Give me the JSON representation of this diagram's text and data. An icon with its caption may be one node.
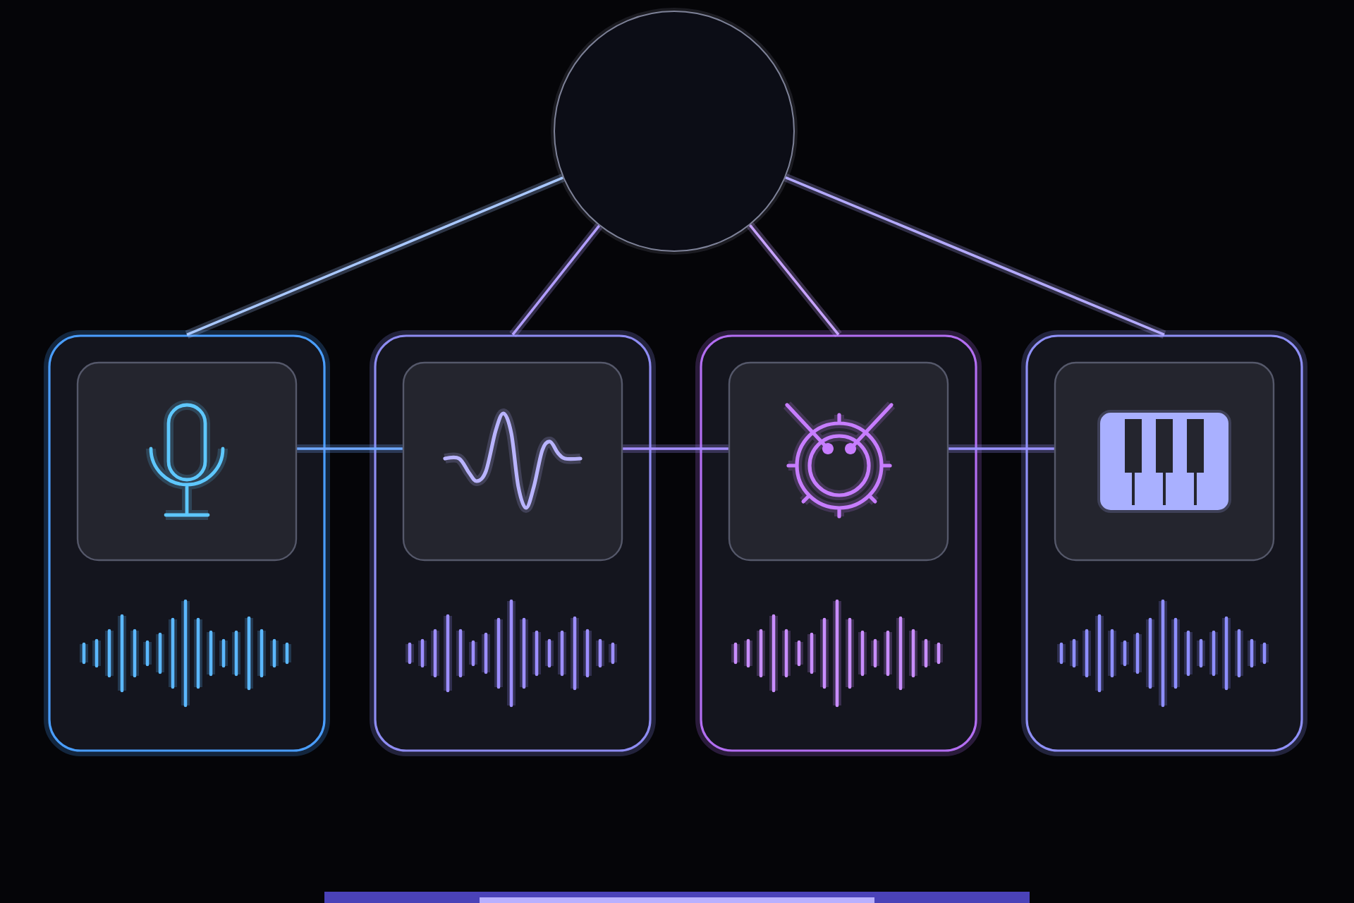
{
  "diagram": {
    "nodes": [
      {
        "text": [],
        "shape": "circle"
      },
      {
        "text": [],
        "shape": "box"
      },
      {
        "text": [],
        "shape": "picture",
        "in": 1
      },
      {
        "text": [],
        "shape": "box"
      },
      {
        "text": [],
        "shape": "picture",
        "in": 3
      },
      {
        "text": [],
        "shape": "box"
      },
      {
        "text": [],
        "shape": "picture",
        "in": 5
      },
      {
        "text": [],
        "shape": "box"
      },
      {
        "text": [],
        "shape": "picture",
        "in": 7
      }
    ],
    "edges": [
      {
        "from": 0,
        "to": 1,
        "arrow": "none"
      },
      {
        "from": 0,
        "to": 3,
        "arrow": "none"
      },
      {
        "from": 0,
        "to": 5,
        "arrow": "none"
      },
      {
        "from": 0,
        "to": 7,
        "arrow": "none"
      },
      {
        "from": 2,
        "to": 4,
        "arrow": "none"
      },
      {
        "from": 4,
        "to": 6,
        "arrow": "none"
      },
      {
        "from": 6,
        "to": 8,
        "arrow": "none"
      }
    ]
  }
}
